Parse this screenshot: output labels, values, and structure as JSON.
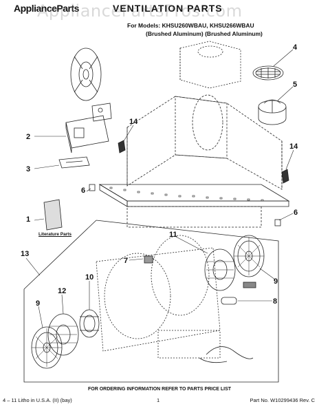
{
  "header": {
    "brand": "ApplianceParts",
    "title": "VENTILATION PARTS",
    "models_line": "For Models: KHSU260WBAU, KHSU266WBAU",
    "finish_line": "(Brushed Aluminum) (Brushed Aluminum)",
    "part_code": "(Brushed Aluminum)"
  },
  "watermark": "AppliancePartsPros.com",
  "literature_label": "Literature Parts",
  "callouts": [
    "1",
    "2",
    "3",
    "4",
    "5",
    "6",
    "6",
    "7",
    "8",
    "9",
    "9",
    "10",
    "11",
    "12",
    "13",
    "14",
    "14"
  ],
  "footer": {
    "ordering_info": "FOR ORDERING INFORMATION REFER TO PARTS PRICE LIST",
    "litho": "4 – 11 Litho in U.S.A. (II) (bay)",
    "page": "1",
    "part_no": "Part No. W10299436 Rev. C"
  }
}
